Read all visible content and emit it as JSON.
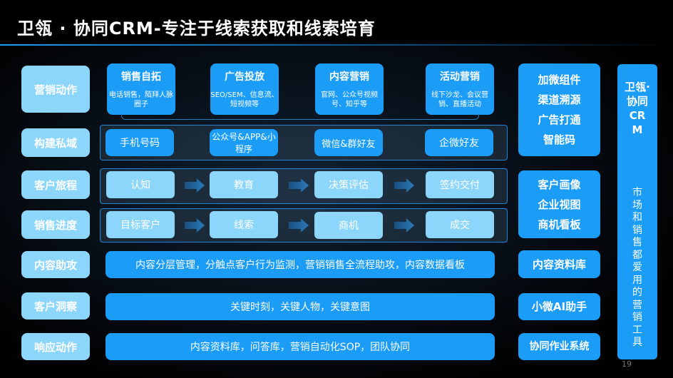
{
  "title": "卫瓴 · 协同CRM-专注于线索获取和线索培育",
  "rows": [
    "营销动作",
    "构建私域",
    "客户旅程",
    "销售进度",
    "内容助攻",
    "客户洞察",
    "响应动作"
  ],
  "marketing": [
    {
      "title": "销售自拓",
      "desc": "电话销售，陌拜人脉圈子"
    },
    {
      "title": "广告投放",
      "desc": "SEO/SEM、信息流、短视频等"
    },
    {
      "title": "内容营销",
      "desc": "官网、公众号视频号、知乎等"
    },
    {
      "title": "活动营销",
      "desc": "线下沙龙、会议营销、直播活动"
    }
  ],
  "private": [
    "手机号码",
    "公众号&APP&小程序",
    "微信&群好友",
    "企微好友"
  ],
  "journey": [
    "认知",
    "教育",
    "决策评估",
    "签约交付"
  ],
  "sales": [
    "目标客户",
    "线索",
    "商机",
    "成交"
  ],
  "content": "内容分层管理，分触点客户行为监测，营销销售全流程助攻，内容数据看板",
  "insight": "关键时刻，关键人物，关键意图",
  "response": "内容资料库，问答库，营销自动化SOP，团队协同",
  "right": {
    "group1": [
      "加微组件",
      "渠道溯源",
      "广告打通",
      "智能码"
    ],
    "group2": [
      "客户画像",
      "企业视图",
      "商机看板"
    ],
    "content": "内容资料库",
    "insight": "小微AI助手",
    "response": "协同作业系统"
  },
  "side": {
    "brand": "卫瓴·协同CRM",
    "slogan": "市场和销售都爱用的营销工具"
  },
  "page": "19"
}
